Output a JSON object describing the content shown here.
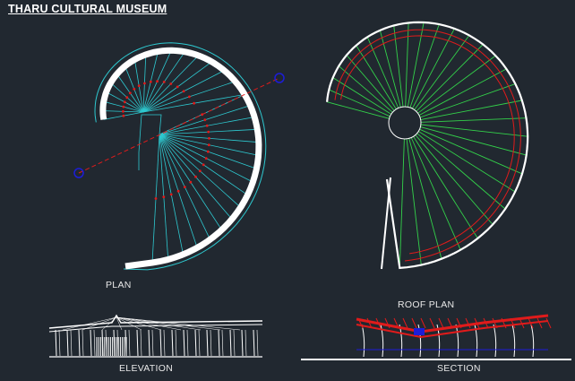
{
  "title": "THARU CULTURAL MUSEUM",
  "labels": {
    "plan": "PLAN",
    "roof_plan": "ROOF PLAN",
    "elevation": "ELEVATION",
    "section": "SECTION"
  },
  "colors": {
    "background": "#212830",
    "wall": "#ffffff",
    "outline": "#2ec9d0",
    "rafter": "#33d14a",
    "accent": "#e01b1b",
    "marker": "#1d1dd8"
  }
}
